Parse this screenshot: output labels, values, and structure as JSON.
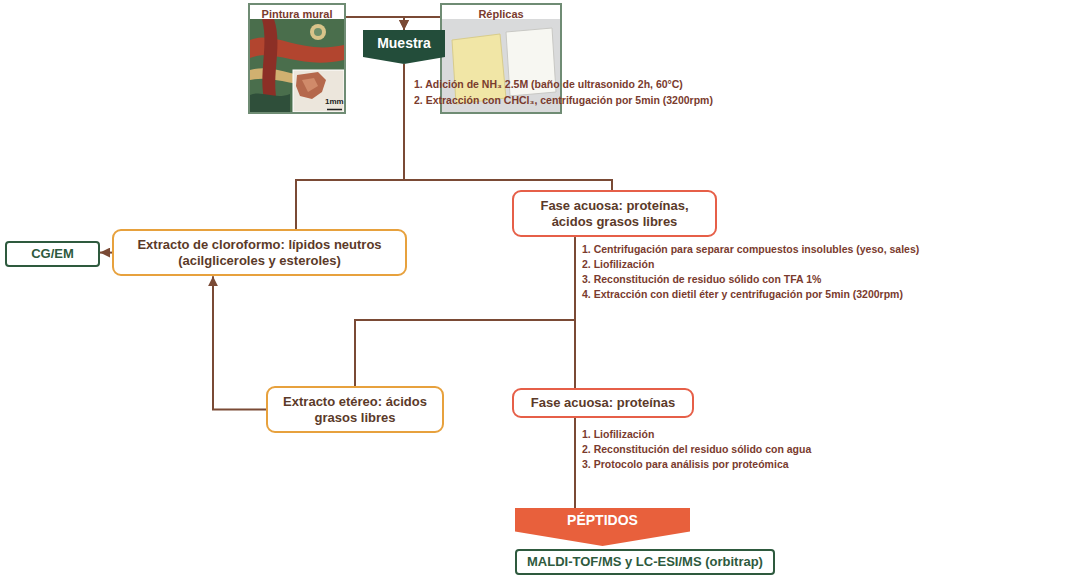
{
  "diagram": {
    "nodes": [
      {
        "text": [
          "Pintura mural"
        ]
      },
      {
        "text": [
          "Réplicas"
        ]
      },
      {
        "text": [
          "Muestra"
        ]
      },
      {
        "text": [
          "CG/EM"
        ]
      },
      {
        "text": [
          "Extracto de cloroformo: lípidos neutros (acilgliceroles y esteroles)"
        ]
      },
      {
        "text": [
          "Fase acuosa: proteínas, ácidos grasos libres"
        ]
      },
      {
        "text": [
          "Extracto etéreo: ácidos grasos libres"
        ]
      },
      {
        "text": [
          "Fase acuosa: proteínas"
        ]
      },
      {
        "text": [
          "PÉPTIDOS"
        ]
      },
      {
        "text": [
          "MALDI-TOF/MS y LC-ESI/MS (orbitrap)"
        ]
      }
    ],
    "edges": [
      {
        "from": 0,
        "to": 2,
        "arrow": "to"
      },
      {
        "from": 1,
        "to": 2,
        "arrow": "to"
      },
      {
        "from": 2,
        "to": 4,
        "arrow": "none"
      },
      {
        "from": 2,
        "to": 5,
        "arrow": "none"
      },
      {
        "from": 4,
        "to": 3,
        "arrow": "to"
      },
      {
        "from": 5,
        "to": 6,
        "arrow": "none"
      },
      {
        "from": 5,
        "to": 7,
        "arrow": "none"
      },
      {
        "from": 6,
        "to": 4,
        "arrow": "to"
      },
      {
        "from": 7,
        "to": 8,
        "arrow": "none"
      }
    ],
    "labels": [
      "1mm",
      "1. Adición de NH₃ 2.5M (baño de ultrasonido 2h, 60°C)",
      "2. Extracción con CHCl₃, centrifugación por 5min (3200rpm)",
      "1. Centrifugación para separar compuestos insolubles (yeso, sales)",
      "2. Liofilización",
      "3. Reconstitución de residuo sólido con TFA 1%",
      "4. Extracción con dietil éter y centrifugación por 5min (3200rpm)",
      "1. Liofilización",
      "2. Reconstitución del residuo sólido con agua",
      "3. Protocolo para análisis por proteómica"
    ]
  }
}
